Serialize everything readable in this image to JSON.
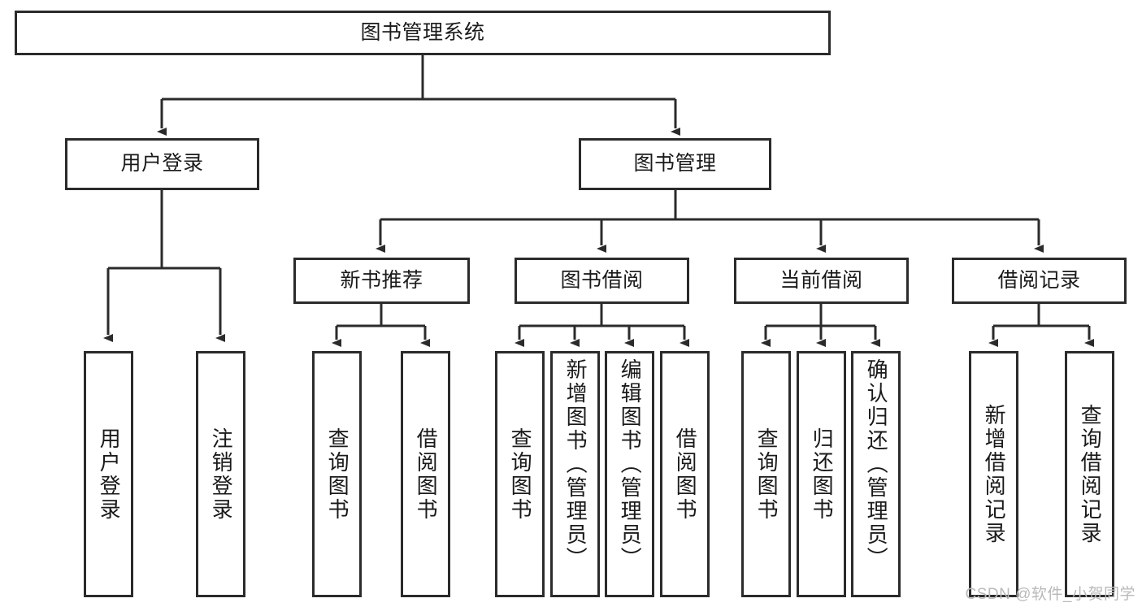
{
  "diagram": {
    "title": "图书管理系统",
    "type": "tree",
    "watermark": "CSDN @软件_小贺同学",
    "colors": {
      "stroke": "#2b2b2b",
      "fill": "#ffffff",
      "text": "#1a1a1a",
      "watermark": "#b9b9b9"
    },
    "nodes": {
      "root": {
        "label": "图书管理系统"
      },
      "level2": [
        {
          "id": "user-login",
          "label": "用户登录"
        },
        {
          "id": "book-manage",
          "label": "图书管理"
        }
      ],
      "level3": [
        {
          "id": "new-book-recommend",
          "label": "新书推荐"
        },
        {
          "id": "book-borrow",
          "label": "图书借阅"
        },
        {
          "id": "current-borrow",
          "label": "当前借阅"
        },
        {
          "id": "borrow-record",
          "label": "借阅记录"
        }
      ],
      "leaves": {
        "user-login": [
          {
            "id": "login",
            "label": "用户登录"
          },
          {
            "id": "logout",
            "label": "注销登录"
          }
        ],
        "new-book-recommend": [
          {
            "id": "query-book-1",
            "label": "查询图书"
          },
          {
            "id": "borrow-book-1",
            "label": "借阅图书"
          }
        ],
        "book-borrow": [
          {
            "id": "query-book-2",
            "label": "查询图书"
          },
          {
            "id": "add-book",
            "label": "新增图书（管理员）"
          },
          {
            "id": "edit-book",
            "label": "编辑图书（管理员）"
          },
          {
            "id": "borrow-book-2",
            "label": "借阅图书"
          }
        ],
        "current-borrow": [
          {
            "id": "query-book-3",
            "label": "查询图书"
          },
          {
            "id": "return-book",
            "label": "归还图书"
          },
          {
            "id": "confirm-return",
            "label": "确认归还（管理员）"
          }
        ],
        "borrow-record": [
          {
            "id": "add-record",
            "label": "新增借阅记录"
          },
          {
            "id": "query-record",
            "label": "查询借阅记录"
          }
        ]
      }
    }
  }
}
